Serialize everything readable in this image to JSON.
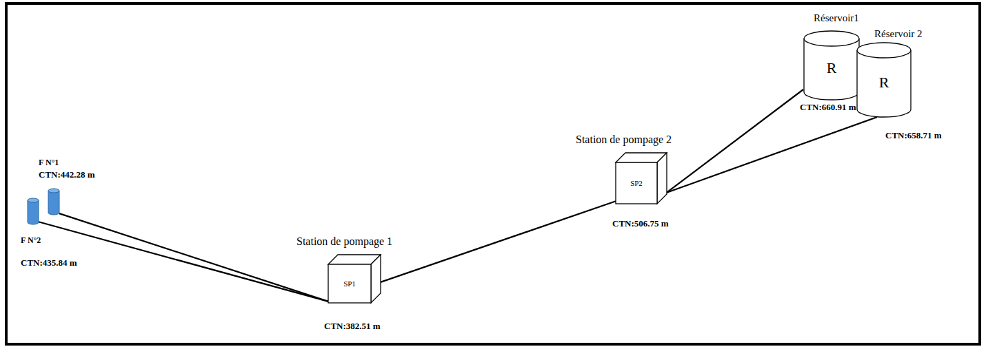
{
  "diagram": {
    "nodes": [
      {
        "text": [
          "F N°1",
          "CTN:442.28 m"
        ]
      },
      {
        "text": [
          "F N°2",
          "CTN:435.84 m"
        ]
      },
      {
        "text": [
          "Station de pompage 1",
          "SP1",
          "CTN:382.51 m"
        ]
      },
      {
        "text": [
          "Station de pompage 2",
          "SP2",
          "CTN:506.75 m"
        ]
      },
      {
        "text": [
          "Réservoir1",
          "R",
          "CTN:660.91 m"
        ]
      },
      {
        "text": [
          "Réservoir 2",
          "R",
          "CTN:658.71 m"
        ]
      }
    ],
    "edges": [
      {
        "from": 0,
        "to": 2,
        "arrow": "none"
      },
      {
        "from": 1,
        "to": 2,
        "arrow": "none"
      },
      {
        "from": 2,
        "to": 3,
        "arrow": "none"
      },
      {
        "from": 3,
        "to": 4,
        "arrow": "none"
      },
      {
        "from": 3,
        "to": 5,
        "arrow": "none"
      }
    ]
  }
}
